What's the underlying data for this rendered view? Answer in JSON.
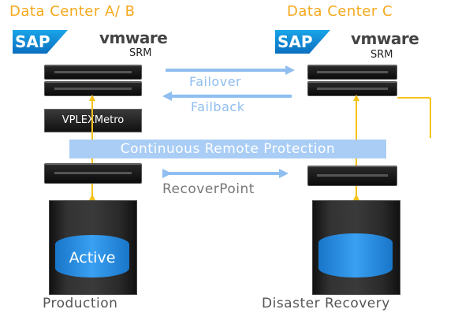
{
  "titles": {
    "left": "Data Center A/ B",
    "right": "Data Center C"
  },
  "logos": {
    "sap": "SAP",
    "vmware": "vmware",
    "srm": "SRM"
  },
  "vplex_label": "VPLEXMetro",
  "failover_label": "Failover",
  "failback_label": "Failback",
  "band_label": "Continuous Remote Protection",
  "recoverpoint_label": "RecoverPoint",
  "active_label": "Active",
  "captions": {
    "left": "Production",
    "right": "Disaster Recovery"
  },
  "colors": {
    "title": "#f6a81b",
    "vertical_arrows": "#f6c21b",
    "horizontal_arrows": "#8fbef0",
    "band": "#a9cdf5",
    "storage": "#2a8ae0"
  }
}
